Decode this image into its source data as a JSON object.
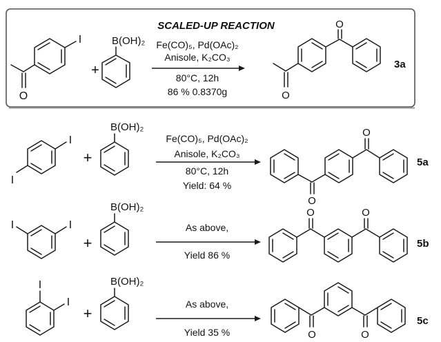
{
  "scaled_up": {
    "title": "SCALED-UP REACTION",
    "reagents": {
      "line1": "Fe(CO)₅, Pd(OAc)₂",
      "line2": "Anisole, K₂CO₃",
      "line3": "80°C, 12h",
      "line4": "86 % 0.8370g"
    },
    "substrate_atoms": {
      "iodine": "I",
      "oxygen": "O"
    },
    "boronic_acid": "B(OH)₂",
    "plus": "+",
    "product_oxygens": [
      "O",
      "O"
    ],
    "product_label": "3a"
  },
  "reactions": [
    {
      "id": "5a",
      "substrate_iodines": [
        "I",
        "I"
      ],
      "boronic_acid": "B(OH)₂",
      "plus": "+",
      "conditions": [
        "Fe(CO)₅, Pd(OAc)₂",
        "Anisole, K₂CO₃",
        "80°C, 12h",
        "Yield: 64 %"
      ],
      "product_oxygens": [
        "O",
        "O"
      ],
      "product_label": "5a"
    },
    {
      "id": "5b",
      "substrate_iodines": [
        "I",
        "I"
      ],
      "boronic_acid": "B(OH)₂",
      "plus": "+",
      "conditions": [
        "As above,",
        "Yield 86 %"
      ],
      "product_oxygens": [
        "O",
        "O"
      ],
      "product_label": "5b"
    },
    {
      "id": "5c",
      "substrate_iodines": [
        "I",
        "I"
      ],
      "boronic_acid": "B(OH)₂",
      "plus": "+",
      "conditions": [
        "As above,",
        "Yield 35 %"
      ],
      "product_oxygens": [
        "O",
        "O"
      ],
      "product_label": "5c"
    }
  ],
  "colors": {
    "box_border": "#555555",
    "ink": "#111111",
    "box_fill": "#ffffff"
  }
}
